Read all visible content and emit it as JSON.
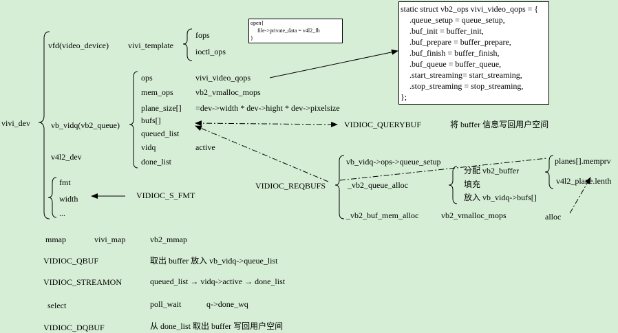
{
  "root": "vivi_dev",
  "vfd": {
    "label": "vfd(video_device)",
    "template": "vivi_template",
    "fops": "fops",
    "ioctl_ops": "ioctl_ops"
  },
  "open_box": {
    "line1": "open{",
    "line2": "file->private_data = v4l2_fh",
    "line3": "}"
  },
  "qops_box": {
    "lines": [
      "static struct vb2_ops vivi_video_qops = {",
      ".queue_setup    = queue_setup,",
      ".buf_init       = buffer_init,",
      ".buf_prepare    = buffer_prepare,",
      ".buf_finish     = buffer_finish,",
      ".buf_queue      = buffer_queue,",
      ".start_streaming= start_streaming,",
      ".stop_streaming     = stop_streaming,",
      "};"
    ]
  },
  "vb_vidq": {
    "label": "vb_vidq(vb2_queue)",
    "ops": "ops",
    "ops_val": "vivi_video_qops",
    "mem_ops": "mem_ops",
    "mem_ops_val": "vb2_vmalloc_mops",
    "plane_size": "plane_size[]",
    "plane_size_val": "=dev->width * dev->hight * dev->pixelsize",
    "bufs": "bufs[]",
    "queued_list": "queued_list",
    "vidq": "vidq",
    "vidq_val": "active",
    "done_list": "done_list"
  },
  "v4l2_dev": "v4l2_dev",
  "fmt_group": {
    "fmt": "fmt",
    "width": "width",
    "dots": "..."
  },
  "querybuf": {
    "name": "VIDIOC_QUERYBUF",
    "desc": "将 buffer 信息写回用户空间"
  },
  "s_fmt": "VIDIOC_S_FMT",
  "reqbufs": {
    "name": "VIDIOC_REQBUFS",
    "queue_setup": "vb_vidq->ops->queue_setup",
    "queue_alloc": "_vb2_queue_alloc",
    "alloc_1": "分配 vb2_buffer",
    "alloc_2": "填充",
    "alloc_3": "放入 vb_vidq->bufs[]",
    "buf_mem_alloc": "_vb2_buf_mem_alloc",
    "buf_mem_alloc_val": "vb2_vmalloc_mops",
    "planes_1": "planes[].memprv",
    "planes_2": "v4l2_plane.lenth",
    "alloc": "alloc"
  },
  "bottom": {
    "mmap": "mmap",
    "vivi_map": "vivi_map",
    "vb2_mmap": "vb2_mmap",
    "qbuf": "VIDIOC_QBUF",
    "qbuf_desc": "取出 buffer 放入 vb_vidq->queue_list",
    "streamon": "VIDIOC_STREAMON",
    "streamon_desc": "queued_list → vidq->active → done_list",
    "select": "select",
    "poll_wait": "poll_wait",
    "done_wq": "q->done_wq",
    "dqbuf": "VIDIOC_DQBUF",
    "dqbuf_desc": "从 done_list 取出 buffer 写回用户空间"
  }
}
